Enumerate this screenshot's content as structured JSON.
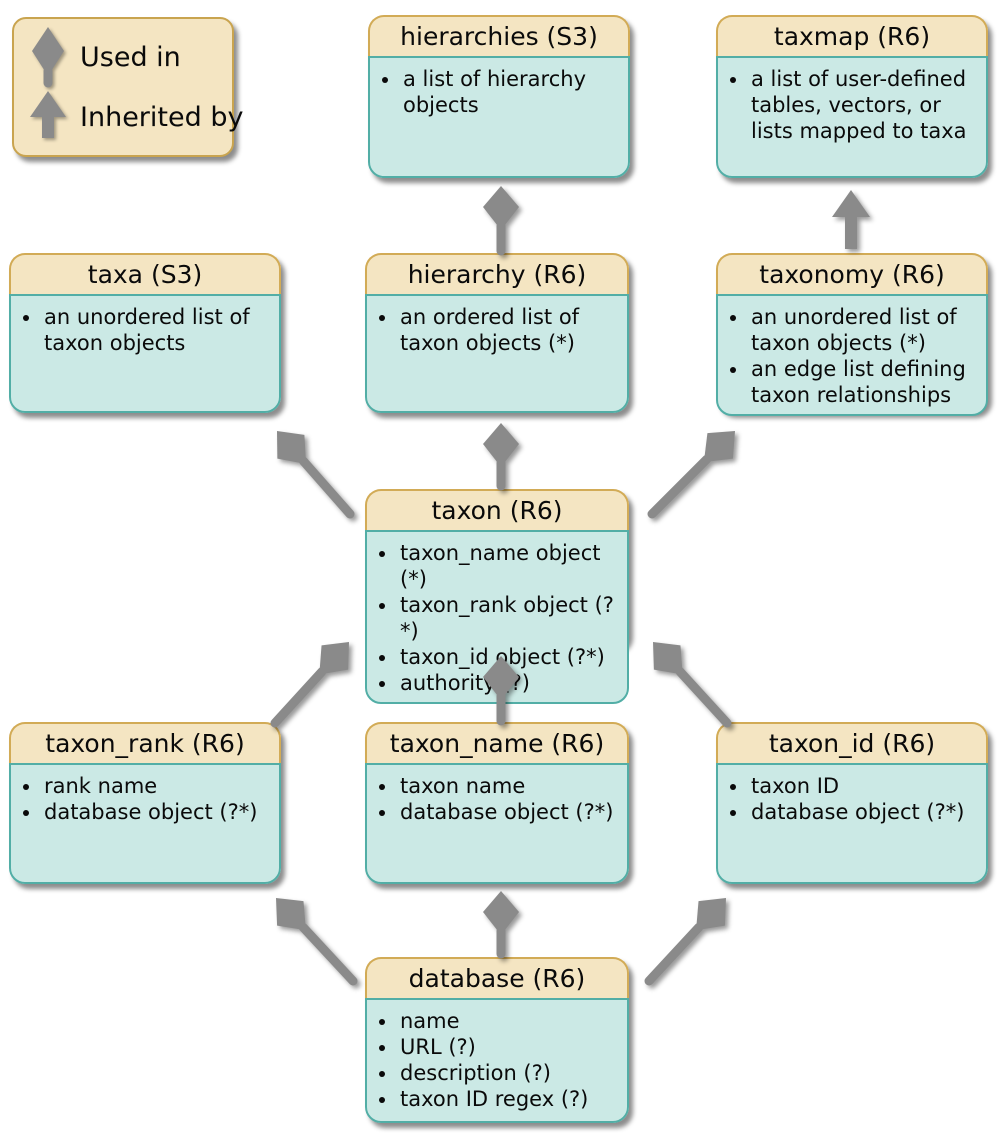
{
  "legend": {
    "items": [
      {
        "icon": "diamond-arrow-icon",
        "label": "Used in"
      },
      {
        "icon": "triangle-arrow-icon",
        "label": "Inherited by"
      }
    ]
  },
  "boxes": [
    {
      "id": "hierarchies",
      "title": "hierarchies (S3)",
      "bullets": [
        "a list of hierarchy objects"
      ]
    },
    {
      "id": "taxmap",
      "title": "taxmap (R6)",
      "bullets": [
        "a list of user-defined tables, vectors, or lists mapped to taxa"
      ]
    },
    {
      "id": "taxa",
      "title": "taxa (S3)",
      "bullets": [
        "an unordered list of taxon objects"
      ]
    },
    {
      "id": "hierarchy",
      "title": "hierarchy (R6)",
      "bullets": [
        "an ordered list of taxon objects (*)"
      ]
    },
    {
      "id": "taxonomy",
      "title": "taxonomy (R6)",
      "bullets": [
        "an unordered list of taxon objects (*)",
        "an edge list defining taxon relationships"
      ]
    },
    {
      "id": "taxon",
      "title": "taxon (R6)",
      "bullets": [
        "taxon_name object (*)",
        "taxon_rank object (?*)",
        "taxon_id object (?*)",
        "authority (?)"
      ]
    },
    {
      "id": "taxon_rank",
      "title": "taxon_rank (R6)",
      "bullets": [
        "rank name",
        "database object (?*)"
      ]
    },
    {
      "id": "taxon_name",
      "title": "taxon_name (R6)",
      "bullets": [
        "taxon name",
        "database object (?*)"
      ]
    },
    {
      "id": "taxon_id",
      "title": "taxon_id (R6)",
      "bullets": [
        "taxon ID",
        "database object (?*)"
      ]
    },
    {
      "id": "database",
      "title": "database (R6)",
      "bullets": [
        "name",
        "URL (?)",
        "description (?)",
        "taxon ID regex (?)"
      ]
    }
  ],
  "relationships": [
    {
      "from": "hierarchy",
      "to": "hierarchies",
      "type": "used_in"
    },
    {
      "from": "taxonomy",
      "to": "taxmap",
      "type": "inherited_by"
    },
    {
      "from": "taxon",
      "to": "taxa",
      "type": "used_in"
    },
    {
      "from": "taxon",
      "to": "hierarchy",
      "type": "used_in"
    },
    {
      "from": "taxon",
      "to": "taxonomy",
      "type": "used_in"
    },
    {
      "from": "taxon_rank",
      "to": "taxon",
      "type": "used_in"
    },
    {
      "from": "taxon_name",
      "to": "taxon",
      "type": "used_in"
    },
    {
      "from": "taxon_id",
      "to": "taxon",
      "type": "used_in"
    },
    {
      "from": "database",
      "to": "taxon_rank",
      "type": "used_in"
    },
    {
      "from": "database",
      "to": "taxon_name",
      "type": "used_in"
    },
    {
      "from": "database",
      "to": "taxon_id",
      "type": "used_in"
    }
  ],
  "colors": {
    "header_fill": "#f4e5c2",
    "header_border": "#d2ab56",
    "body_fill": "#cbe9e5",
    "body_border": "#52aea6",
    "arrow": "#8a8a8a",
    "text": "#0a0a0a",
    "background": "#ffffff"
  }
}
